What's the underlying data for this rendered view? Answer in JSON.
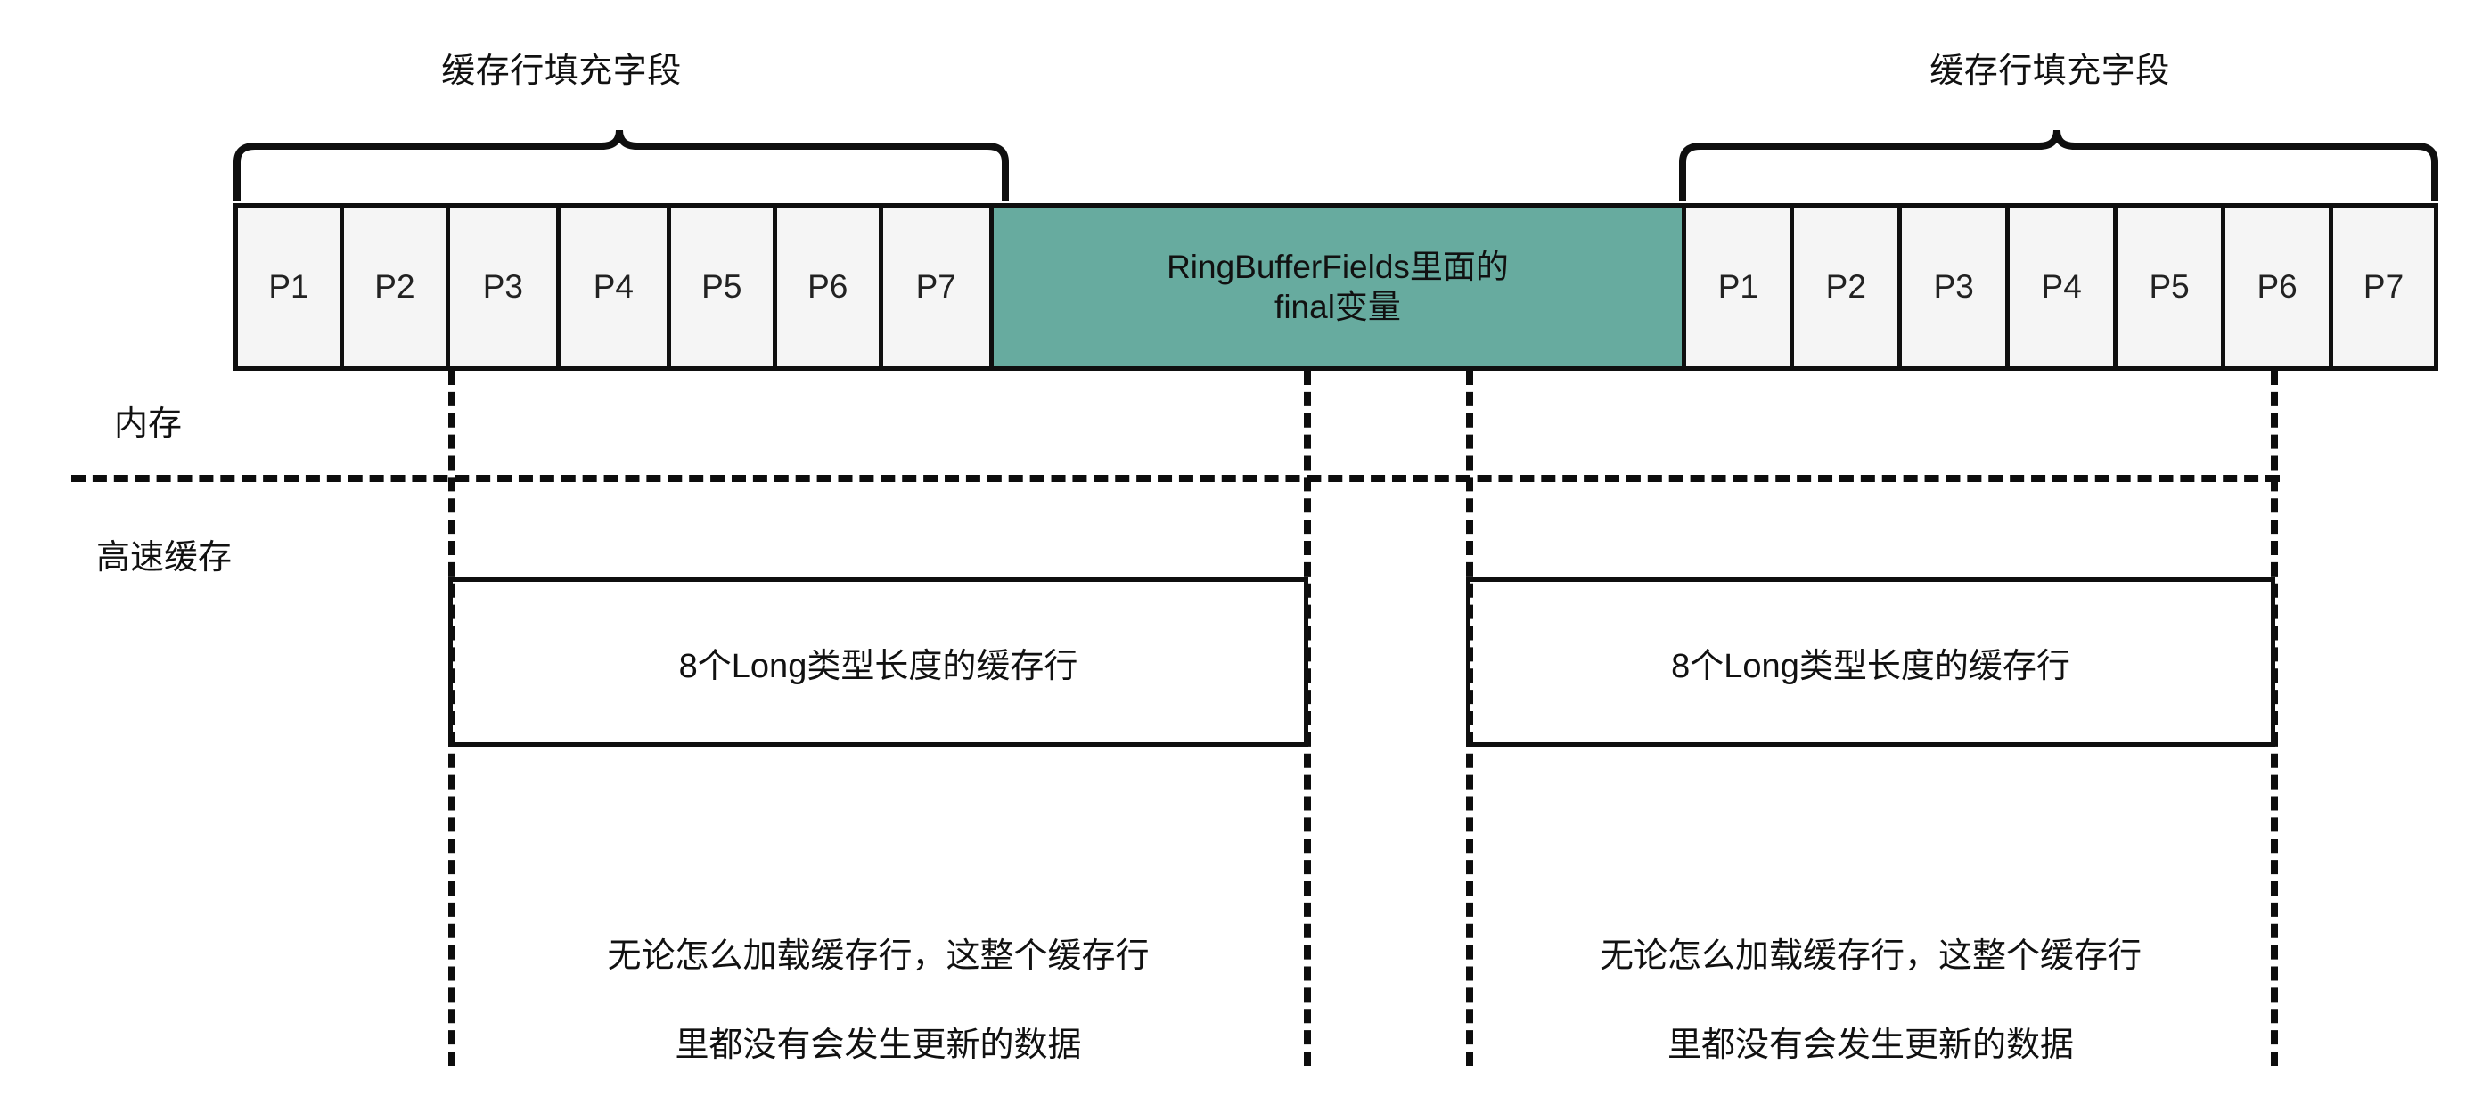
{
  "diagram": {
    "title_left_brace": "缓存行填充字段",
    "title_right_brace": "缓存行填充字段",
    "memory_label": "内存",
    "cache_label": "高速缓存",
    "memory_row": {
      "left_padding_cells": [
        "P1",
        "P2",
        "P3",
        "P4",
        "P5",
        "P6",
        "P7"
      ],
      "center_cell": "RingBufferFields里面的\nfinal变量",
      "center_cell_line1": "RingBufferFields里面的",
      "center_cell_line2": "final变量",
      "right_padding_cells": [
        "P1",
        "P2",
        "P3",
        "P4",
        "P5",
        "P6",
        "P7"
      ]
    },
    "cache_lines": [
      {
        "label": "8个Long类型长度的缓存行"
      },
      {
        "label": "8个Long类型长度的缓存行"
      }
    ],
    "captions": [
      {
        "line1": "无论怎么加载缓存行，这整个缓存行",
        "line2": "里都没有会发生更新的数据"
      },
      {
        "line1": "无论怎么加载缓存行，这整个缓存行",
        "line2": "里都没有会发生更新的数据"
      }
    ],
    "colors": {
      "final_field_fill": "#67ab9f",
      "padding_fill": "#f5f5f5",
      "stroke": "#0f0f0f",
      "background": "#ffffff"
    }
  }
}
